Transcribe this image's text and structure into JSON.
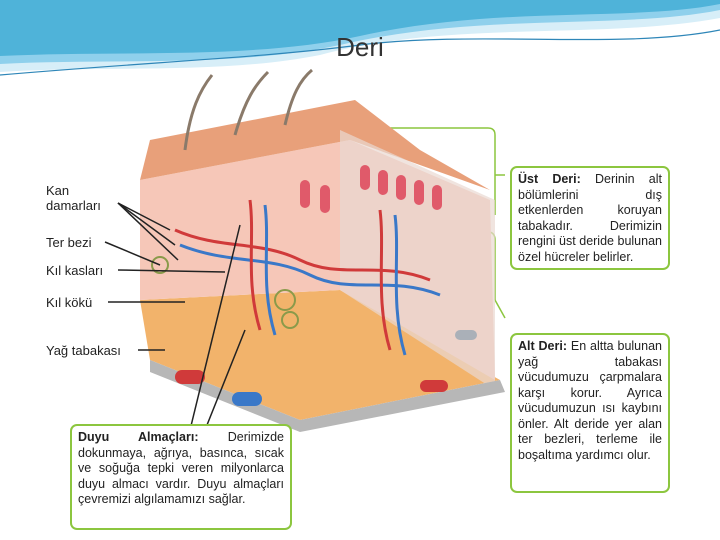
{
  "slide": {
    "title": "Deri"
  },
  "labels": {
    "kan_damarlari": "Kan damarları",
    "ter_bezi": "Ter bezi",
    "kil_kaslari": "Kıl kasları",
    "kil_koku": "Kıl kökü",
    "yag_tabakasi": "Yağ tabakası"
  },
  "boxes": {
    "ust_deri": {
      "heading": "Üst Deri:",
      "text": "Derinin alt bölümlerini dış etkenlerden koruyan tabakadır. Derimizin rengini üst deride bulunan özel hücreler belirler."
    },
    "alt_deri": {
      "heading": "Alt Deri:",
      "text": "En altta bulunan yağ tabakası vücudumuzu çarpmalara karşı korur. Ayrıca vücudumuzun ısı kaybını önler. Alt deride yer alan ter bezleri, terleme ile boşaltıma yardımcı olur."
    },
    "duyu": {
      "heading": "Duyu Almaçları:",
      "text": "Derimizde dokunmaya, ağrıya, basınca, sıcak ve soğuğa tepki veren milyonlarca duyu almacı vardır. Duyu almaçları çevremizi algılamamızı sağlar."
    }
  },
  "colors": {
    "box_border": "#8cc63f",
    "header_wave": "#4fb3d9"
  }
}
